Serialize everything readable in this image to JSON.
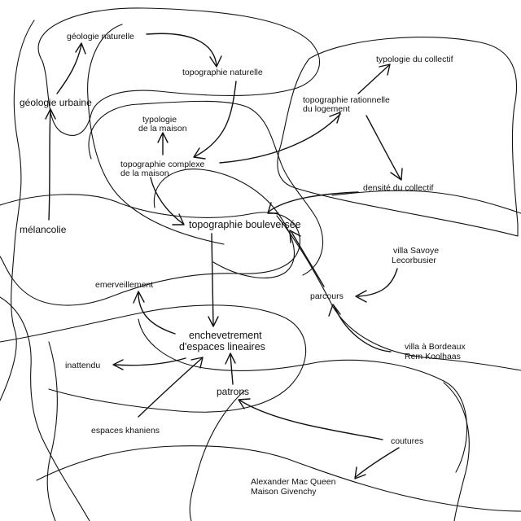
{
  "colors": {
    "ink": "#111111",
    "background": "#ffffff"
  },
  "nodes": {
    "geologie_naturelle": "géologie naturelle",
    "topographie_naturelle": "topographie naturelle",
    "typologie_collectif": "typologie du collectif",
    "geologie_urbaine": "géologie urbaine",
    "typologie_maison_1": "typologie",
    "typologie_maison_2": "de la maison",
    "topographie_rationnelle_1": "topographie rationnelle",
    "topographie_rationnelle_2": "du logement",
    "topographie_complexe_1": "topographie complexe",
    "topographie_complexe_2": "de la maison",
    "densite_collectif": "densité du collectif",
    "topographie_bouleversee": "topographie bouleversée",
    "melancolie": "mélancolie",
    "villa_savoye_1": "villa Savoye",
    "villa_savoye_2": "Lecorbusier",
    "emerveillement": "emerveillement",
    "parcours": "parcours",
    "enchevetrement_1": "enchevetrement",
    "enchevetrement_2": "d'espaces lineaires",
    "villa_bordeaux_1": "villa à Bordeaux",
    "villa_bordeaux_2": "Rem Koolhaas",
    "inattendu": "inattendu",
    "patrons": "patrons",
    "espaces_khaniens": "espaces khaniens",
    "coutures": "coutures",
    "alexander_1": "Alexander Mac Queen",
    "alexander_2": "Maison Givenchy"
  }
}
